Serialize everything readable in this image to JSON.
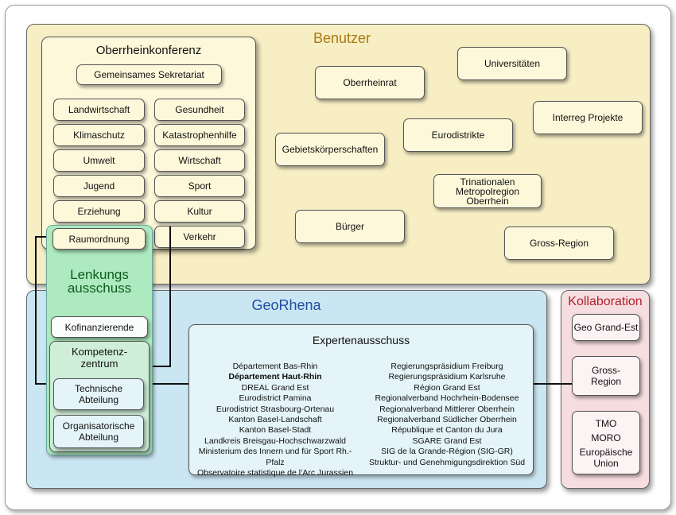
{
  "regions": {
    "benutzer": "Benutzer",
    "georhena": "GeoRhena",
    "kollaboration": "Kollaboration"
  },
  "oberrheinkonferenz": {
    "title": "Oberrheinkonferenz",
    "sekretariat": "Gemeinsames Sekretariat",
    "left": [
      "Landwirtschaft",
      "Klimaschutz",
      "Umwelt",
      "Jugend",
      "Erziehung"
    ],
    "right": [
      "Gesundheit",
      "Katastrophenhilfe",
      "Wirtschaft",
      "Sport",
      "Kultur",
      "Verkehr"
    ]
  },
  "lenkung": {
    "raumordnung": "Raumordnung",
    "title_1": "Lenkungs",
    "title_2": "ausschuss",
    "kofinanzierende": "Kofinanzierende",
    "kompetenz_1": "Kompetenz-",
    "kompetenz_2": "zentrum",
    "technische_1": "Technische",
    "technische_2": "Abteilung",
    "organisatorische_1": "Organisatorische",
    "organisatorische_2": "Abteilung"
  },
  "benutzer_boxes": {
    "oberrheinrat": "Oberrheinrat",
    "universitaeten": "Universitäten",
    "interreg": "Interreg Projekte",
    "eurodistrikte": "Eurodistrikte",
    "gebiets": "Gebietskörperschaften",
    "trinational_1": "Trinationalen",
    "trinational_2": "Metropolregion",
    "trinational_3": "Oberrhein",
    "buerger": "Bürger",
    "gross_region": "Gross-Region"
  },
  "expertenausschuss": {
    "title": "Expertenausschuss",
    "left": [
      "Département Bas-Rhin",
      "Département Haut-Rhin",
      "DREAL Grand Est",
      "Eurodistrict Pamina",
      "Eurodistrict Strasbourg-Ortenau",
      "Kanton Basel-Landschaft",
      "Kanton Basel-Stadt",
      "Landkreis Breisgau-Hochschwarzwald",
      "Ministerium des Innern und für Sport Rh.-Pfalz",
      "Observatoire statistique de l’Arc Jurassien"
    ],
    "left_bold_index": 1,
    "right": [
      "Regierungspräsidium Freiburg",
      "Regierungspräsidium Karlsruhe",
      "Région Grand Est",
      "Regionalverband Hochrhein-Bodensee",
      "Regionalverband Mittlerer Oberrhein",
      "Regionalverband Südlicher Oberrhein",
      "République et Canton du Jura",
      "SGARE Grand Est",
      "SIG de la Grande-Région (SIG-GR)",
      "Struktur- und Genehmigungsdirektion Süd"
    ]
  },
  "kollaboration": {
    "geo_grand_est": "Geo Grand-Est",
    "gross_1": "Gross-",
    "gross_2": "Region",
    "tmo": "TMO",
    "moro": "MORO",
    "eu_1": "Europäische",
    "eu_2": "Union"
  },
  "colors": {
    "benutzer_title": "#a87a12",
    "georhena_title": "#1f4fa0",
    "kollab_title": "#b0222c"
  }
}
